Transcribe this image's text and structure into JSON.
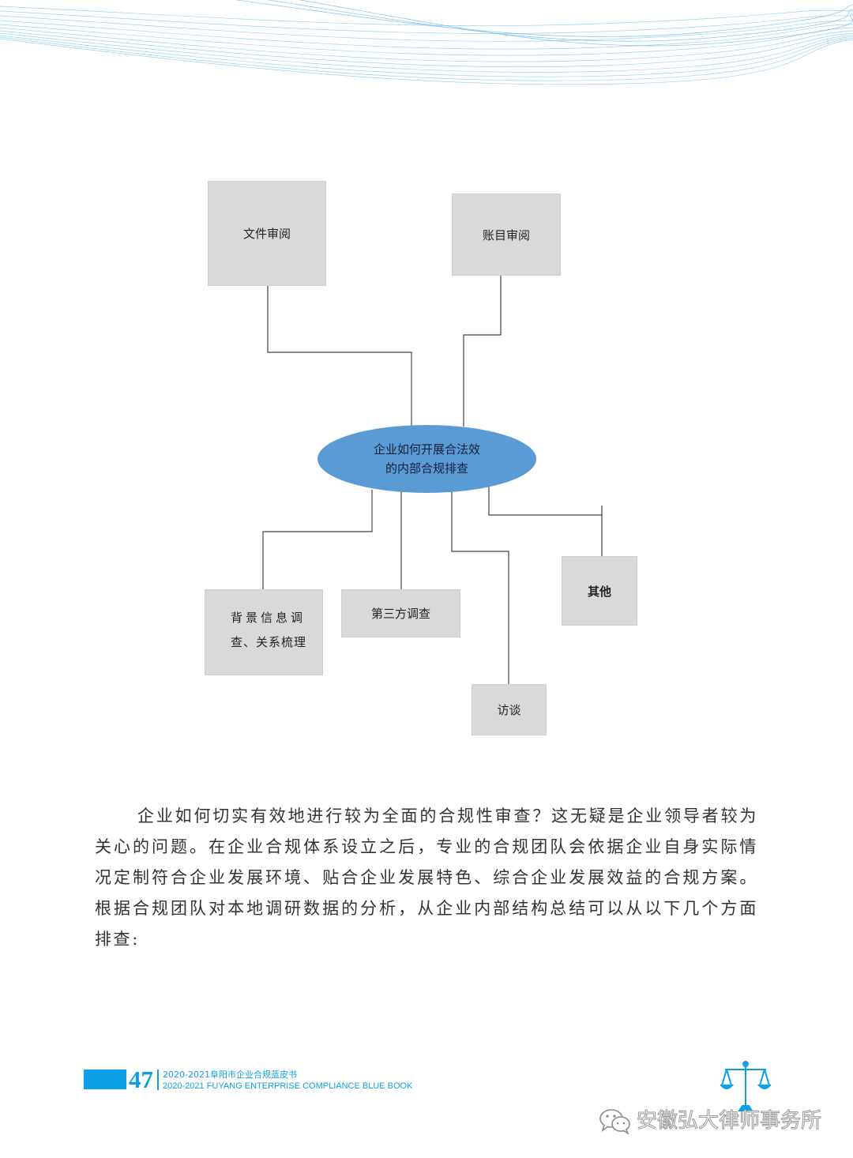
{
  "diagram": {
    "center": {
      "line1": "企业如何开展合法效",
      "line2": "的内部合规排查"
    },
    "nodes": {
      "document_review": "文件审阅",
      "account_review": "账目审阅",
      "background": {
        "line1": "背景信息调",
        "line2": "查、关系梳理"
      },
      "third_party": "第三方调查",
      "interview": "访谈",
      "other": "其他"
    }
  },
  "body_text": "企业如何切实有效地进行较为全面的合规性审查？这无疑是企业领导者较为关心的问题。在企业合规体系设立之后，专业的合规团队会依据企业自身实际情况定制符合企业发展环境、贴合企业发展特色、综合企业发展效益的合规方案。根据合规团队对本地调研数据的分析，从企业内部结构总结可以从以下几个方面排查:",
  "footer": {
    "page_number": "47",
    "title_cn": "2020-2021阜阳市企业合规蓝皮书",
    "title_en": "2020-2021 FUYANG ENTERPRISE COMPLIANCE BLUE BOOK",
    "accent_color": "#0aa0e6"
  },
  "watermark": {
    "text": "安徽弘大律师事务所",
    "icon": "wechat-icon"
  },
  "colors": {
    "box_fill": "#d9d9d9",
    "ellipse_fill": "#5b9bd5",
    "wave": "#7ec3ee"
  }
}
